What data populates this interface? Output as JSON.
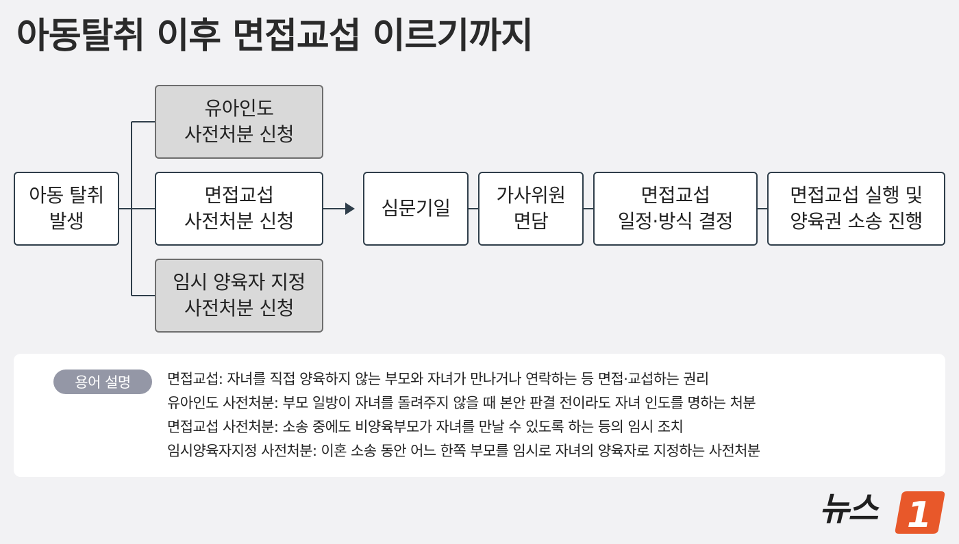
{
  "title": "아동탈취 이후 면접교섭 이르기까지",
  "diagram": {
    "start": "아동 탈취\n발생",
    "branches": [
      "유아인도\n사전처분 신청",
      "면접교섭\n사전처분 신청",
      "임시 양육자 지정\n사전처분 신청"
    ],
    "steps": [
      "심문기일",
      "가사위원\n면담",
      "면접교섭\n일정·방식 결정",
      "면접교섭 실행 및\n양육권 소송 진행"
    ]
  },
  "terms": {
    "badge": "용어 설명",
    "items": [
      "면접교섭: 자녀를 직접 양육하지 않는 부모와 자녀가 만나거나 연락하는 등 면접·교섭하는 권리",
      "유아인도 사전처분: 부모 일방이 자녀를 돌려주지 않을 때 본안 판결 전이라도 자녀 인도를 명하는 처분",
      "면접교섭 사전처분: 소송 중에도 비양육부모가 자녀를 만날 수 있도록 하는 등의 임시 조치",
      "임시양육자지정 사전처분: 이혼 소송 동안 어느 한쪽 부모를 임시로 자녀의 양육자로 지정하는 사전처분"
    ]
  },
  "logo": {
    "text": "뉴스",
    "mark": "1"
  },
  "colors": {
    "background": "#f2f2f4",
    "box_border": "#2f3e4a",
    "box_gray": "#d9d9d9",
    "badge": "#9497a6",
    "logo_accent": "#e8582a"
  }
}
